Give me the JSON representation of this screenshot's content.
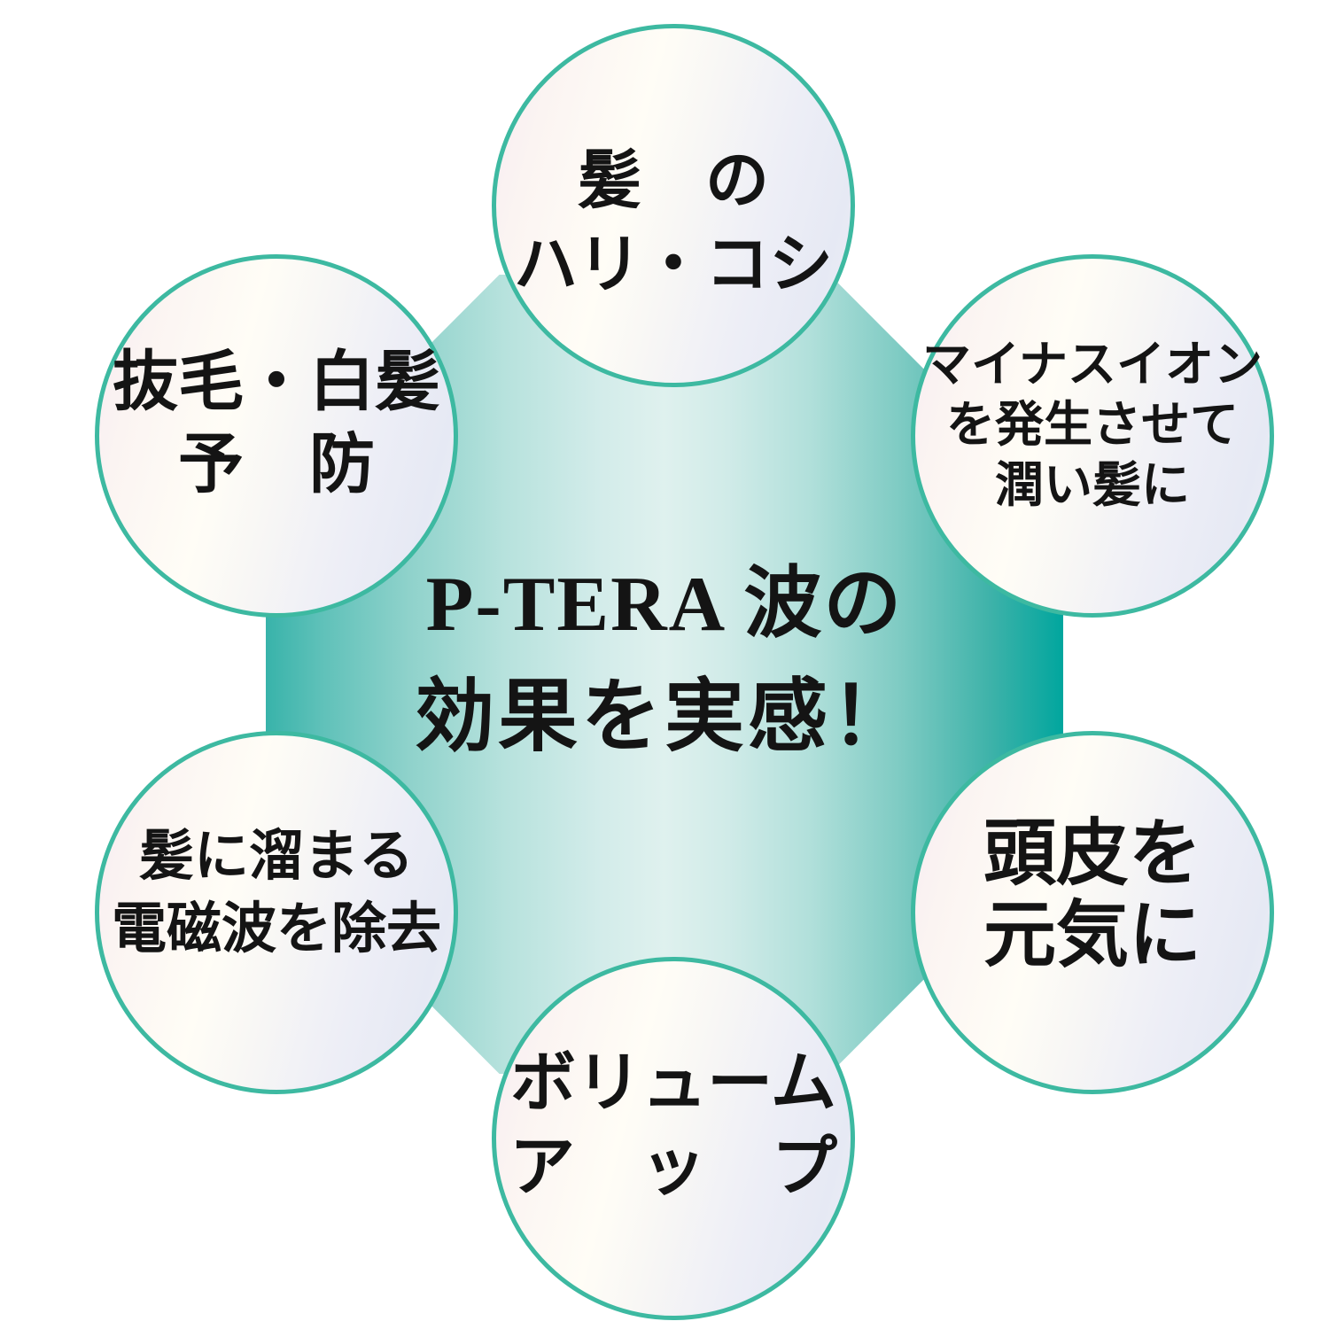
{
  "title": {
    "line1": "P-TERA 波の",
    "line2": "効果を実感！"
  },
  "circles": {
    "top": {
      "name": "hair-hari-koshi",
      "lines": [
        "髪　の",
        "ハリ・コシ"
      ]
    },
    "top_right": {
      "name": "minus-ion-moist-hair",
      "lines": [
        "マイナスイオン",
        "を発生させて",
        "潤い髪に"
      ]
    },
    "top_left": {
      "name": "hair-loss-gray-hair-prevention",
      "lines": [
        "抜毛・白髪",
        "予　防"
      ]
    },
    "bottom_left": {
      "name": "electromagnetic-wave-removal",
      "lines": [
        "髪に溜まる",
        "電磁波を除去"
      ]
    },
    "bottom_right": {
      "name": "scalp-vitality",
      "lines": [
        "頭皮を",
        "元気に"
      ]
    },
    "bottom": {
      "name": "volume-up",
      "lines": [
        "ボリューム",
        "ア　ッ　プ"
      ]
    }
  },
  "colors": {
    "background": "#ffffff",
    "circle_border": "#3db9a1",
    "octagon_teal_left": "#38b3aa",
    "octagon_light_center": "#dff1ee",
    "octagon_teal_right": "#01a69e",
    "text": "#141414"
  }
}
